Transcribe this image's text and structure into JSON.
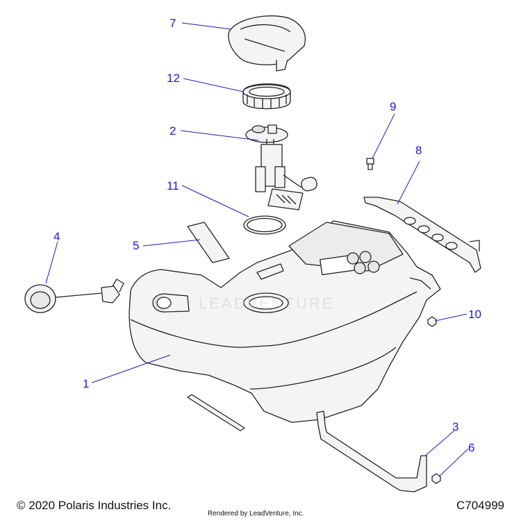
{
  "callouts": [
    "1",
    "2",
    "3",
    "4",
    "5",
    "6",
    "7",
    "8",
    "9",
    "10",
    "11",
    "12"
  ],
  "watermark": "LEADVENTURE",
  "footer": {
    "copyright": "© 2020 Polaris Industries Inc.",
    "rendered_by": "Rendered by LeadVenture, Inc.",
    "diagram_code": "C704999"
  },
  "colors": {
    "callout": "#1a1acc",
    "line": "#222222",
    "part_fill": "#f4f4f4"
  }
}
